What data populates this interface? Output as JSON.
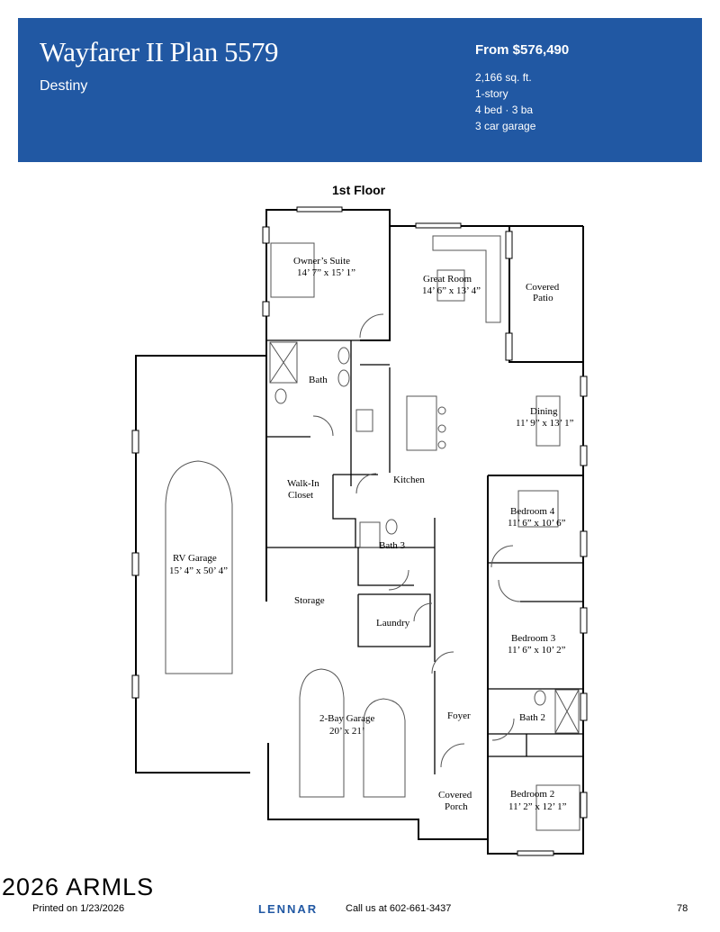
{
  "header": {
    "title": "Wayfarer II Plan 5579",
    "community": "Destiny",
    "price": "From $576,490",
    "specs": [
      "2,166 sq. ft.",
      "1-story",
      "4 bed · 3 ba",
      "3 car garage"
    ]
  },
  "floor_label": "1st Floor",
  "rooms": {
    "owners_suite": {
      "name": "Owner’s Suite",
      "dims": "14’ 7” x 15’ 1”"
    },
    "great_room": {
      "name": "Great Room",
      "dims": "14’ 6” x 13’ 4”"
    },
    "covered_patio": {
      "name": "Covered",
      "name2": "Patio"
    },
    "bath": {
      "name": "Bath"
    },
    "dining": {
      "name": "Dining",
      "dims": "11’ 9” x 13’ 1”"
    },
    "walk_in_closet": {
      "name": "Walk-In",
      "name2": "Closet"
    },
    "kitchen": {
      "name": "Kitchen"
    },
    "bedroom4": {
      "name": "Bedroom 4",
      "dims": "11’ 6” x 10’ 6”"
    },
    "bath3": {
      "name": "Bath 3"
    },
    "rv_garage": {
      "name": "RV Garage",
      "dims": "15’ 4” x 50’ 4”"
    },
    "storage": {
      "name": "Storage"
    },
    "laundry": {
      "name": "Laundry"
    },
    "bedroom3": {
      "name": "Bedroom 3",
      "dims": "11’ 6” x 10’ 2”"
    },
    "foyer": {
      "name": "Foyer"
    },
    "bath2": {
      "name": "Bath 2"
    },
    "garage2": {
      "name": "2-Bay Garage",
      "dims": "20’ x 21’"
    },
    "covered_porch": {
      "name": "Covered",
      "name2": "Porch"
    },
    "bedroom2": {
      "name": "Bedroom 2",
      "dims": "11’ 2” x 12’ 1”"
    }
  },
  "footer": {
    "copyright": "2026 ARMLS",
    "printed": "Printed on 1/23/2026",
    "logo": "LENNAR",
    "call": "Call us at 602-661-3437",
    "page": "78"
  },
  "colors": {
    "banner": "#2158a3",
    "banner_text": "#ffffff"
  }
}
